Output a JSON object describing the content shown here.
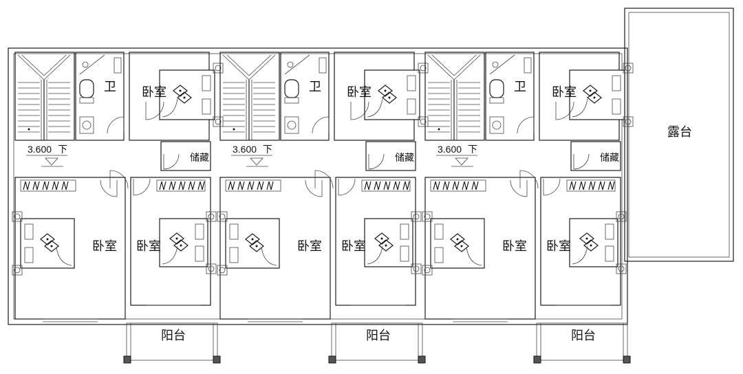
{
  "rooms": {
    "bedroom": "卧室",
    "bathroom": "卫",
    "storage": "储藏",
    "balcony": "阳台",
    "terrace": "露台"
  },
  "stair": {
    "elevation": "3.600",
    "direction": "下"
  }
}
